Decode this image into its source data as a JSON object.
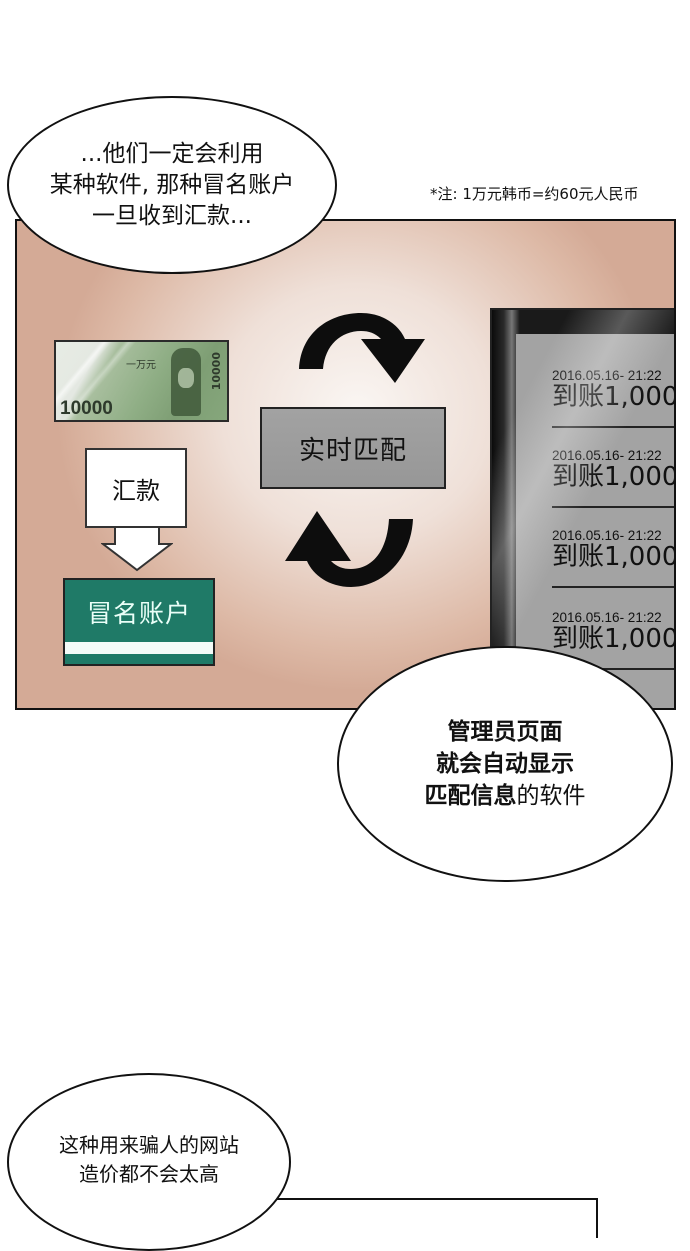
{
  "footnote": "*注: 1万元韩币=约60元人民币",
  "bubbles": {
    "top_left": {
      "lines": [
        "...他们一定会利用",
        "某种软件, 那种冒名账户",
        "一旦收到汇款..."
      ]
    },
    "bottom_right": {
      "lines_bold": [
        "管理员页面",
        "就会自动显示",
        "匹配信息"
      ],
      "line3_tail": "的软件"
    },
    "bottom_left": {
      "lines": [
        "这种用来骗人的网站",
        "造价都不会太高"
      ]
    }
  },
  "panel": {
    "banknote": {
      "denomination": "10000",
      "korean_label": "一万元",
      "vertical_denomination": "10000"
    },
    "remit_label": "汇款",
    "account_label": "冒名账户",
    "match_label": "实时匹配",
    "icons": {
      "top_arrow": "rotate-clockwise-arrow-icon",
      "bottom_arrow": "rotate-clockwise-arrow-icon",
      "down_arrow": "down-arrow-icon"
    },
    "monitor": {
      "entries": [
        {
          "timestamp": "2016.05.16- 21:22",
          "amount": "到账1,000"
        },
        {
          "timestamp": "2016.05.16- 21:22",
          "amount": "到账1,000"
        },
        {
          "timestamp": "2016.05.16- 21:22",
          "amount": "到账1,000"
        },
        {
          "timestamp": "2016.05.16- 21:22",
          "amount": "到账1,000"
        }
      ]
    }
  },
  "colors": {
    "panel_bg": "#ddb9a6",
    "account_green": "#1f7a67",
    "screen_gray": "#a3a3a3",
    "match_gray": "#9e9e9e"
  }
}
